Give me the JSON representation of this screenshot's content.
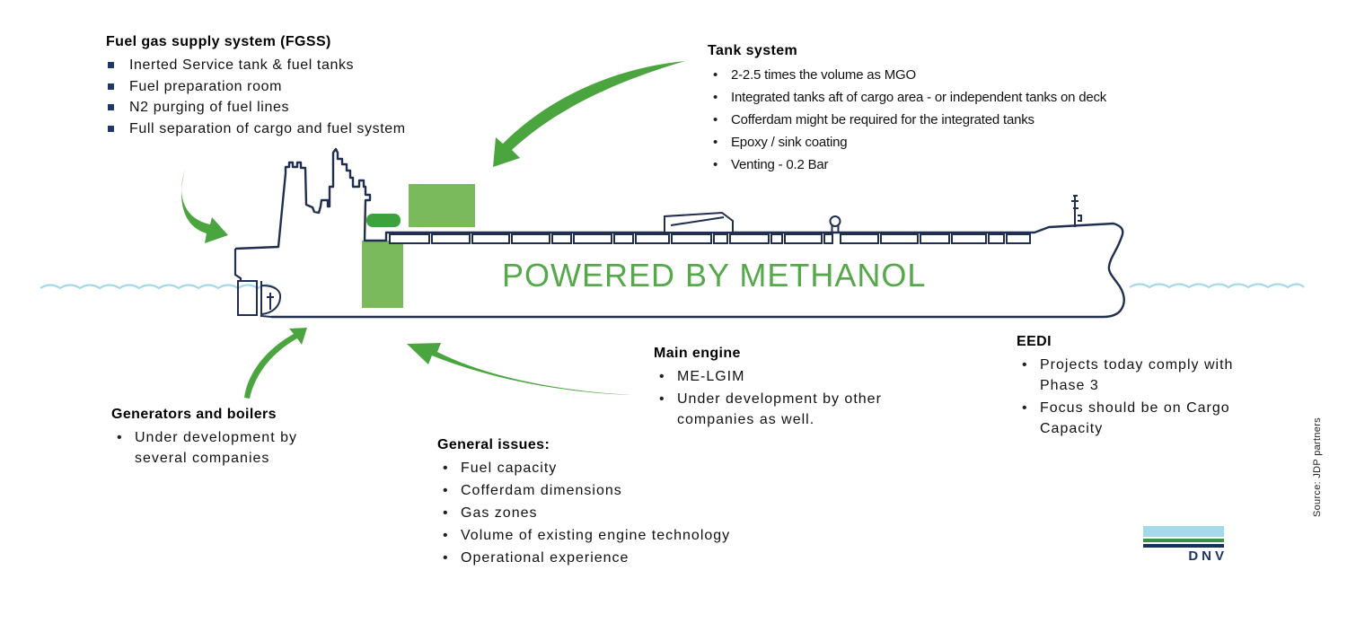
{
  "slide": {
    "ship_label": "POWERED BY METHANOL",
    "source_note": "Source: JDP partners"
  },
  "sections": {
    "fgss": {
      "title": "Fuel gas supply system (FGSS)",
      "items": [
        "Inerted Service tank & fuel tanks",
        "Fuel preparation room",
        "N2 purging of fuel lines",
        "Full separation of cargo and fuel system"
      ]
    },
    "tank_system": {
      "title": "Tank system",
      "items": [
        "2-2.5 times the volume as MGO",
        "Integrated tanks aft of cargo area - or independent tanks on deck",
        "Cofferdam might be required for the integrated tanks",
        "Epoxy / sink coating",
        "Venting - 0.2 Bar"
      ]
    },
    "main_engine": {
      "title": "Main engine",
      "items": [
        "ME-LGIM",
        "Under development by other companies as well."
      ]
    },
    "eedi": {
      "title": "EEDI",
      "items": [
        "Projects today comply with Phase 3",
        "Focus should be on Cargo Capacity"
      ]
    },
    "generators": {
      "title": "Generators and boilers",
      "items": [
        "Under development by several companies"
      ]
    },
    "general_issues": {
      "title": "General issues:",
      "items": [
        "Fuel capacity",
        "Cofferdam dimensions",
        "Gas zones",
        "Volume of existing engine technology",
        "Operational experience"
      ]
    }
  },
  "logo": {
    "text": "DNV"
  },
  "colors": {
    "outline_navy": "#202e50",
    "accent_green": "#4ba53e",
    "box_green": "#7ab95c",
    "box_green_dark": "#3ea23c",
    "water_blue": "#a6d9e8",
    "label_green": "#55a94b",
    "bullet_navy": "#1f3a68",
    "logo_lightblue": "#a5d8e8",
    "logo_green": "#3e9142",
    "logo_navy": "#16325c"
  }
}
